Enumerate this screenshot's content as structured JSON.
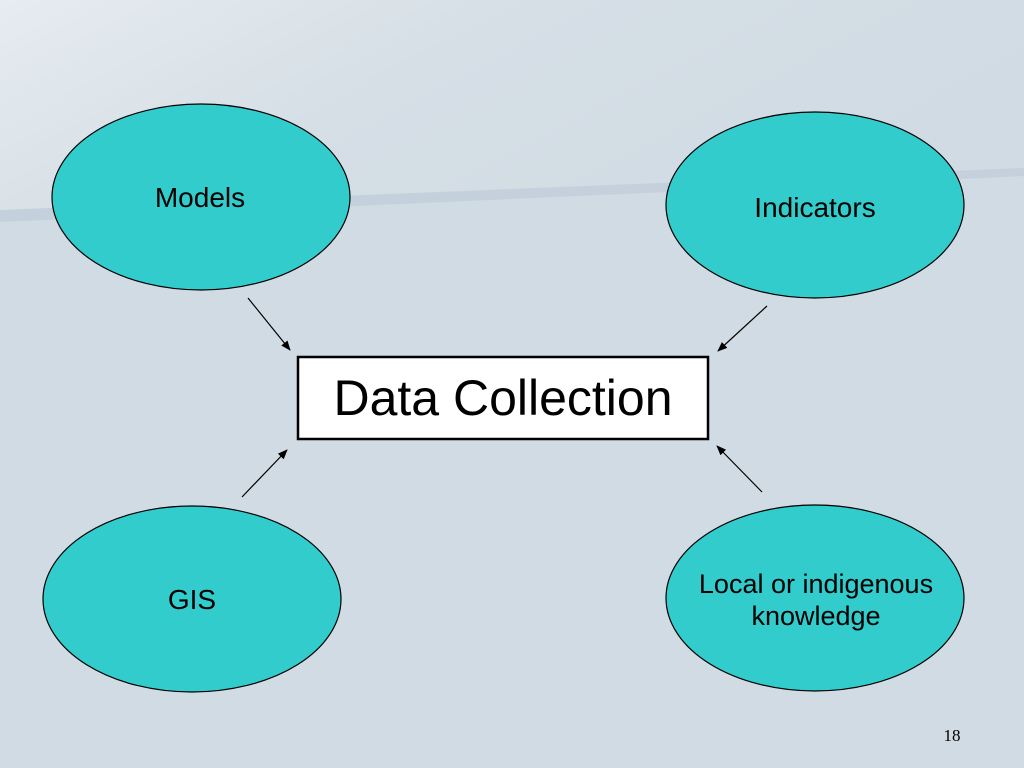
{
  "diagram": {
    "center": "Data Collection",
    "nodes": {
      "models": "Models",
      "indicators": "Indicators",
      "gis": "GIS",
      "local_line1": "Local or indigenous",
      "local_line2": "knowledge"
    }
  },
  "page_number": "18",
  "colors": {
    "node_fill": "#33cccc",
    "background": "#d0dbe3",
    "stroke": "#000000",
    "center_fill": "#ffffff"
  }
}
